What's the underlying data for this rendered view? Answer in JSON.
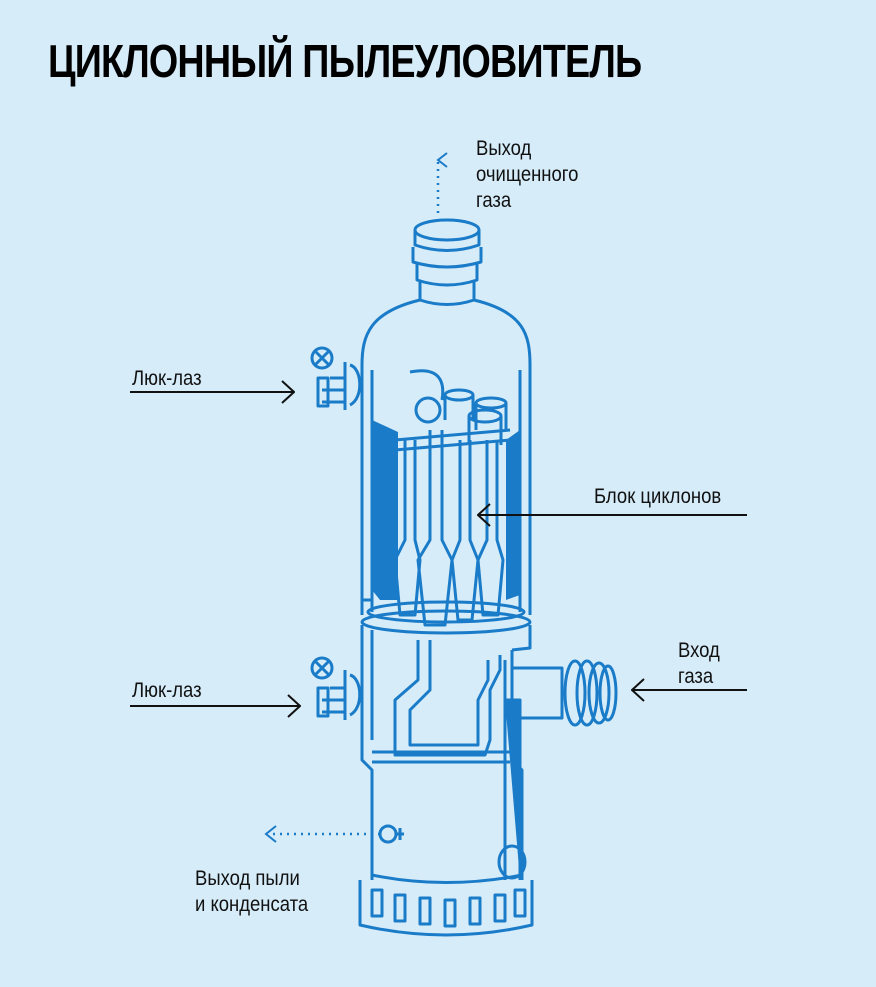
{
  "title": "ЦИКЛОННЫЙ ПЫЛЕУЛОВИТЕЛЬ",
  "colors": {
    "background": "#d6ecf9",
    "outline": "#1a7bc8",
    "arrow": "#111111",
    "text": "#111111"
  },
  "labels": {
    "clean_gas_outlet": [
      "Выход",
      "очищенного",
      "газа"
    ],
    "manhole_top": "Люк-лаз",
    "cyclone_block": "Блок циклонов",
    "manhole_bottom": "Люк-лаз",
    "gas_inlet": [
      "Вход",
      "газа"
    ],
    "dust_outlet": [
      "Выход пыли",
      "и конденсата"
    ]
  }
}
